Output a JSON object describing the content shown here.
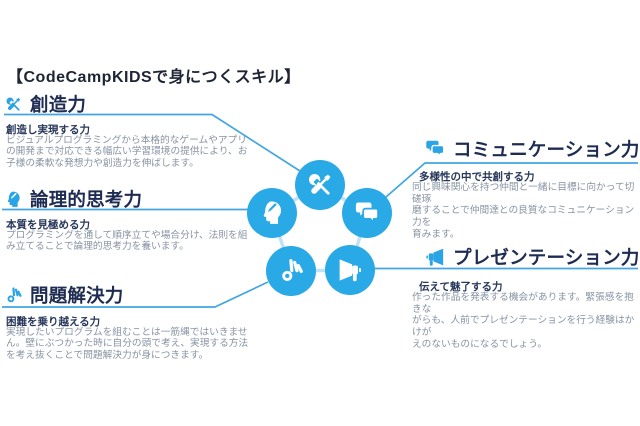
{
  "page": {
    "title": "【CodeCampKIDSで身につくスキル】"
  },
  "colors": {
    "accent_blue": "#29a9e6",
    "icon_blue": "#2aa4e4",
    "connector_line": "#42a5e4",
    "pentagon_line": "#bfe2f6",
    "heading_text": "#1e2c52",
    "subtitle_text": "#27375c",
    "body_text": "#8793a3",
    "background": "#ffffff"
  },
  "sections": {
    "creativity": {
      "icon": "tools-icon",
      "label": "創造力",
      "subtitle": "創造し実現する力",
      "body": "ビジュアルプログラミングから本格的なゲームやアプリ\nの開発まで対応できる幅広い学習環境の提供により、お\n子様の柔軟な発想力や創造力を伸ばします。"
    },
    "logical_thinking": {
      "icon": "thinking-head-icon",
      "label": "論理的思考力",
      "subtitle": "本質を見極める力",
      "body": "プログラミングを通して順序立てや場合分け、法則を組\nみ立てることで論理的思考力を養います。"
    },
    "problem_solving": {
      "icon": "ok-hand-icon",
      "label": "問題解決力",
      "subtitle": "困難を乗り越える力",
      "body": "実現したいプログラムを組むことは一筋縄ではいきませ\nん。壁にぶつかった時に自分の頭で考え、実現する方法\nを考え抜くことで問題解決力が身につきます。"
    },
    "communication": {
      "icon": "chat-bubbles-icon",
      "label": "コミュニケーション力",
      "subtitle": "多様性の中で共創する力",
      "body": "同じ興味関心を持つ仲間と一緒に目標に向かって切磋琢\n磨することで仲間達との良質なコミュニケーション力を\n育みます。"
    },
    "presentation": {
      "icon": "megaphone-icon",
      "label": "プレゼンテーション力",
      "subtitle": "伝えて魅了する力",
      "body": "作った作品を発表する機会があります。緊張感を抱きな\nがらも、人前でプレゼンテーションを行う経験はかけが\nえのないものになるでしょう。"
    }
  },
  "diagram": {
    "layout": "pentagon",
    "nodes": [
      "tools-icon",
      "thinking-head-icon",
      "chat-bubbles-icon",
      "ok-hand-icon",
      "megaphone-icon"
    ]
  }
}
